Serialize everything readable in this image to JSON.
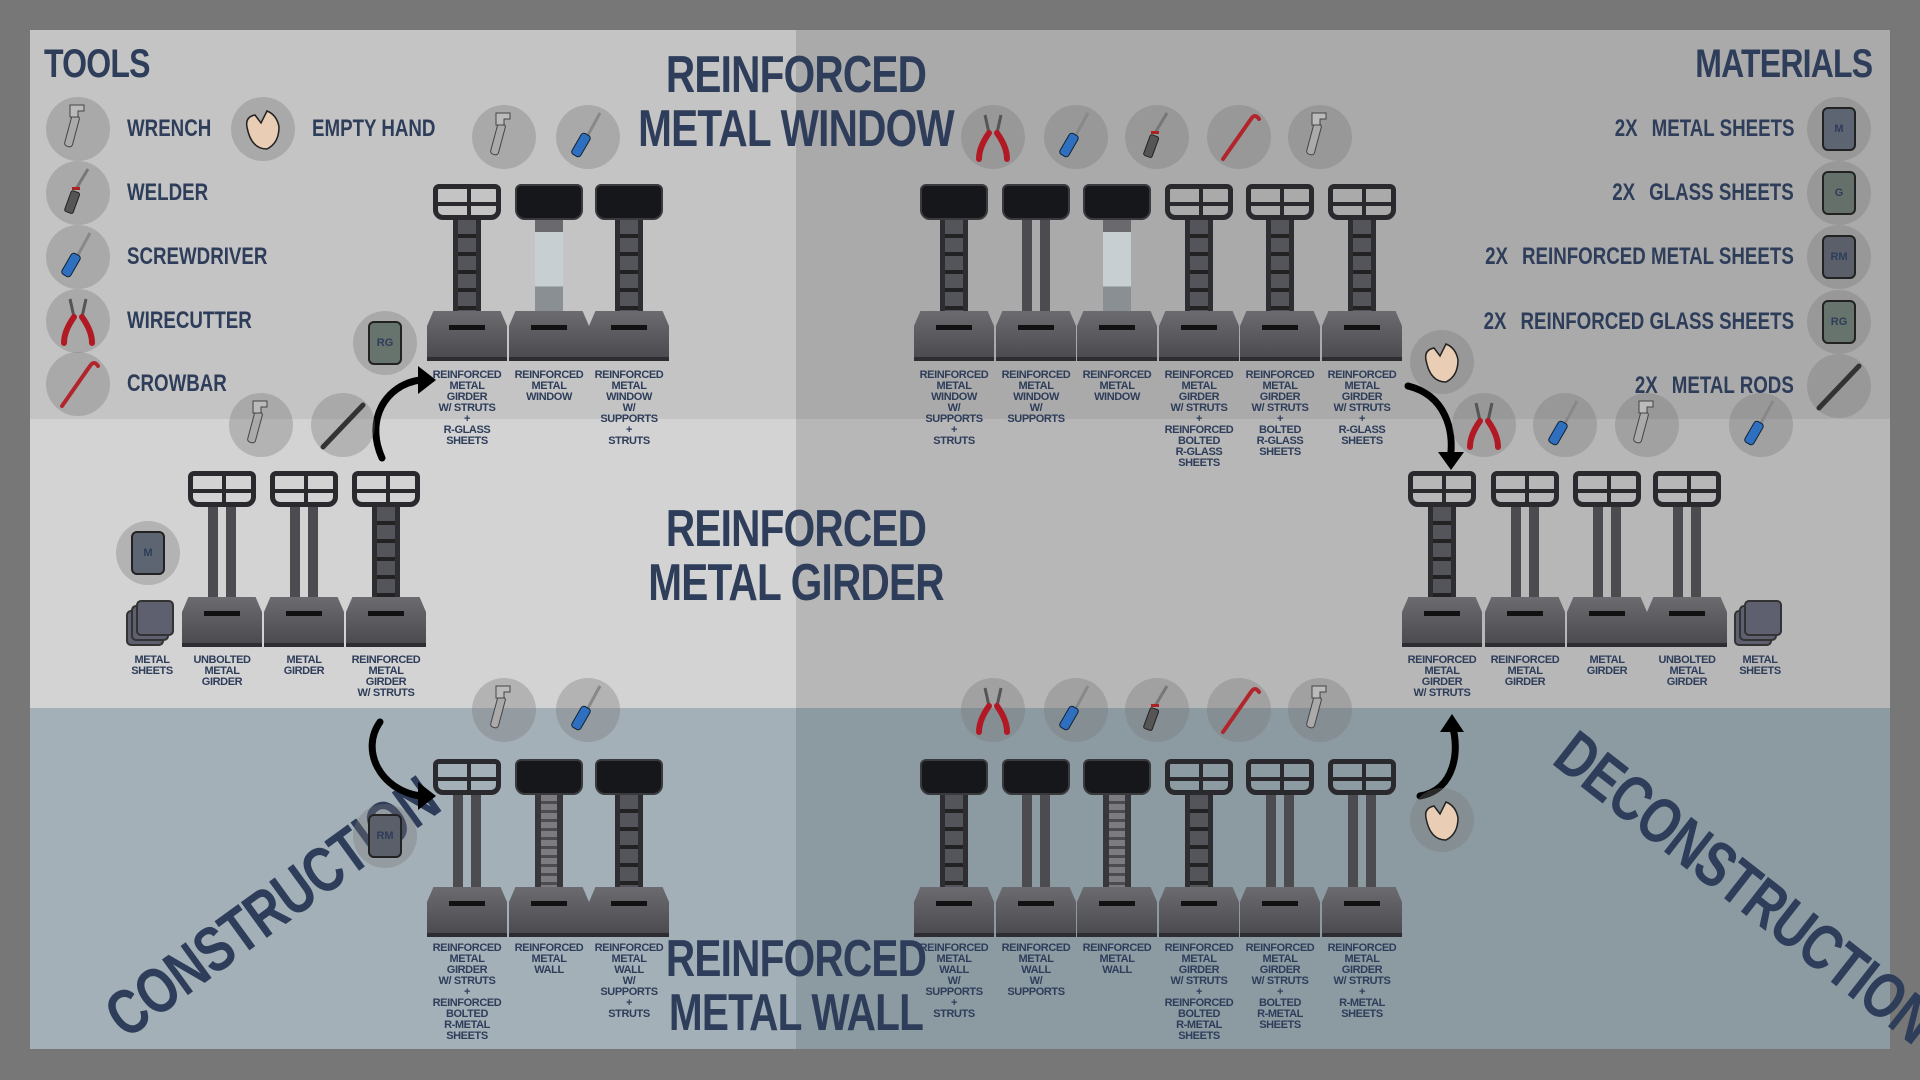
{
  "titles": {
    "window": "REINFORCED\nMETAL WINDOW",
    "girder": "REINFORCED\nMETAL GIRDER",
    "wall": "REINFORCED\nMETAL WALL",
    "construction": "CONSTRUCTION",
    "deconstruction": "DECONSTRUCTION"
  },
  "tools": {
    "heading": "TOOLS",
    "items": [
      {
        "icon": "wrench",
        "label": "WRENCH"
      },
      {
        "icon": "welder",
        "label": "WELDER"
      },
      {
        "icon": "screwdriver",
        "label": "SCREWDRIVER"
      },
      {
        "icon": "wirecutter",
        "label": "WIRECUTTER"
      },
      {
        "icon": "crowbar",
        "label": "CROWBAR"
      }
    ],
    "hand": {
      "icon": "hand",
      "label": "EMPTY HAND"
    }
  },
  "materials": {
    "heading": "MATERIALS",
    "items": [
      {
        "qty": "2X",
        "label": "METAL SHEETS",
        "code": "M",
        "color": "#5e6572"
      },
      {
        "qty": "2X",
        "label": "GLASS SHEETS",
        "code": "G",
        "color": "#66706b"
      },
      {
        "qty": "2X",
        "label": "REINFORCED METAL SHEETS",
        "code": "RM",
        "color": "#5b5f6a"
      },
      {
        "qty": "2X",
        "label": "REINFORCED GLASS SHEETS",
        "code": "RG",
        "color": "#67736d"
      },
      {
        "qty": "2X",
        "label": "METAL RODS",
        "code": "",
        "color": "#333"
      }
    ]
  },
  "window_left": {
    "tools": [
      "wrench",
      "screwdriver"
    ],
    "material": "RG",
    "labels": [
      "REINFORCED\nMETAL\nGIRDER\nW/ STRUTS\n+\nR-GLASS\nSHEETS",
      "REINFORCED\nMETAL\nWINDOW",
      "REINFORCED\nMETAL\nWINDOW\nW/\nSUPPORTS\n+\nSTRUTS"
    ]
  },
  "window_right": {
    "tools": [
      "wirecutter",
      "screwdriver",
      "welder",
      "crowbar",
      "wrench"
    ],
    "labels": [
      "REINFORCED\nMETAL\nWINDOW\nW/\nSUPPORTS\n+\nSTRUTS",
      "REINFORCED\nMETAL\nWINDOW\nW/\nSUPPORTS",
      "REINFORCED\nMETAL\nWINDOW",
      "REINFORCED\nMETAL\nGIRDER\nW/ STRUTS\n+\nREINFORCED\nBOLTED\nR-GLASS\nSHEETS",
      "REINFORCED\nMETAL\nGIRDER\nW/ STRUTS\n+\nBOLTED\nR-GLASS\nSHEETS",
      "REINFORCED\nMETAL\nGIRDER\nW/ STRUTS\n+\nR-GLASS\nSHEETS"
    ]
  },
  "girder_left": {
    "tools": [
      "wrench",
      "rod"
    ],
    "material": "M",
    "labels": [
      "METAL\nSHEETS",
      "UNBOLTED\nMETAL\nGIRDER",
      "METAL\nGIRDER",
      "REINFORCED\nMETAL\nGIRDER\nW/ STRUTS"
    ]
  },
  "girder_right": {
    "tools": [
      "wirecutter",
      "screwdriver",
      "wrench",
      "screwdriver"
    ],
    "labels": [
      "REINFORCED\nMETAL\nGIRDER\nW/ STRUTS",
      "REINFORCED\nMETAL\nGIRDER",
      "METAL\nGIRDER",
      "UNBOLTED\nMETAL\nGIRDER",
      "METAL\nSHEETS"
    ]
  },
  "wall_left": {
    "tools": [
      "wrench",
      "screwdriver"
    ],
    "material": "RM",
    "labels": [
      "REINFORCED\nMETAL\nGIRDER\nW/ STRUTS\n+\nREINFORCED\nBOLTED\nR-METAL\nSHEETS",
      "REINFORCED\nMETAL\nWALL",
      "REINFORCED\nMETAL\nWALL\nW/\nSUPPORTS\n+\nSTRUTS"
    ]
  },
  "wall_right": {
    "tools": [
      "wirecutter",
      "screwdriver",
      "welder",
      "crowbar",
      "wrench"
    ],
    "labels": [
      "REINFORCED\nMETAL\nWALL\nW/\nSUPPORTS\n+\nSTRUTS",
      "REINFORCED\nMETAL\nWALL\nW/\nSUPPORTS",
      "REINFORCED\nMETAL\nWALL",
      "REINFORCED\nMETAL\nGIRDER\nW/ STRUTS\n+\nREINFORCED\nBOLTED\nR-METAL\nSHEETS",
      "REINFORCED\nMETAL\nGIRDER\nW/ STRUTS\n+\nBOLTED\nR-METAL\nSHEETS",
      "REINFORCED\nMETAL\nGIRDER\nW/ STRUTS\n+\nR-METAL\nSHEETS"
    ]
  }
}
